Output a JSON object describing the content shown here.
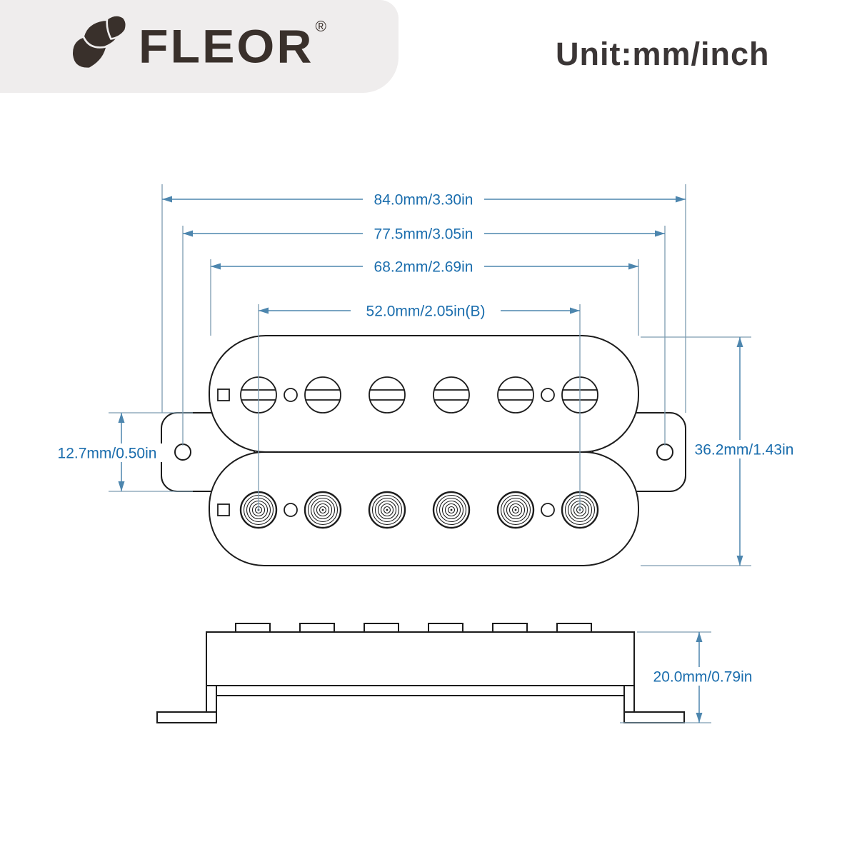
{
  "brand": {
    "name": "FLEOR",
    "registered": "®",
    "icon": "leaf-icon"
  },
  "header": {
    "unit_label": "Unit:mm/inch"
  },
  "diagram": {
    "type": "technical-dimension-drawing",
    "subject": "humbucker guitar pickup, top view and side view",
    "dimensions": {
      "total_width": "84.0mm/3.30in",
      "mount_hole_spacing": "77.5mm/3.05in",
      "bobbin_width": "68.2mm/2.69in",
      "pole_spacing": "52.0mm/2.05in(B)",
      "ear_height": "12.7mm/0.50in",
      "body_height": "36.2mm/1.43in",
      "side_height": "20.0mm/0.79in"
    },
    "features": {
      "screw_poles": 6,
      "slug_poles": 6,
      "mounting_ears": 2,
      "side_view_tabs": 6
    },
    "colors": {
      "outline": "#1c1c1c",
      "dimension_line": "#4d86ae",
      "extension_line": "#7d9cb0",
      "dimension_text": "#1a6dad",
      "logo_background": "#efeded",
      "logo_foreground": "#39302b",
      "heading_text": "#3b3636",
      "page_background": "#ffffff"
    }
  }
}
